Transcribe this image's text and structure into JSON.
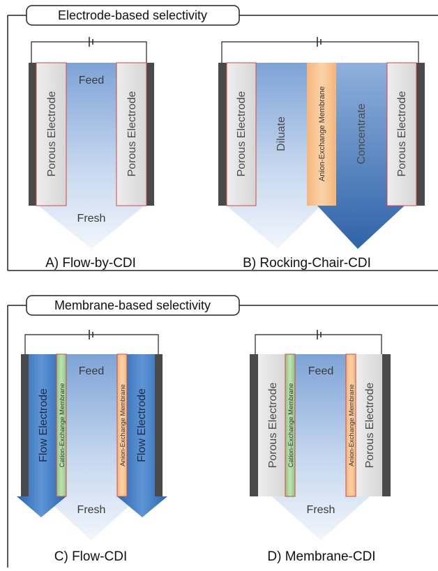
{
  "sections": {
    "electrode": {
      "title": "Electrode-based selectivity"
    },
    "membrane": {
      "title": "Membrane-based selectivity"
    }
  },
  "panels": {
    "a": {
      "caption": "A) Flow-by-CDI",
      "feed": "Feed",
      "fresh": "Fresh",
      "left_electrode": "Porous Electrode",
      "right_electrode": "Porous Electrode"
    },
    "b": {
      "caption": "B) Rocking-Chair-CDI",
      "left_electrode": "Porous Electrode",
      "diluate": "Diluate",
      "membrane": "Anion-Exchange Membrane",
      "concentrate": "Concentrate",
      "right_electrode": "Porous Electrode"
    },
    "c": {
      "caption": "C) Flow-CDI",
      "feed": "Feed",
      "fresh": "Fresh",
      "left_electrode": "Flow Electrode",
      "left_membrane": "Cation-Exchange Membrane",
      "right_membrane": "Anion-Exchange Membrane",
      "right_electrode": "Flow Electrode"
    },
    "d": {
      "caption": "D) Membrane-CDI",
      "feed": "Feed",
      "fresh": "Fresh",
      "left_electrode": "Porous Electrode",
      "left_membrane": "Cation-Exchange Membrane",
      "right_membrane": "Anion-Exchange Membrane",
      "right_electrode": "Porous Electrode"
    }
  },
  "colors": {
    "collector": "#4a4a4a",
    "electrode_border": "#d84545",
    "feed_top": "#7a9fd3",
    "cation_membrane": "#a6d49a",
    "anion_membrane": "#f7c48f",
    "flow_electrode": "#3d78be",
    "concentrate": "#4a78b8"
  }
}
